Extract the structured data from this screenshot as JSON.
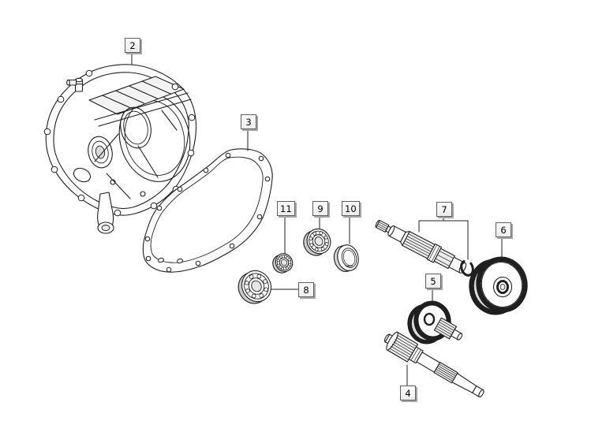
{
  "diagram": {
    "background": "#ffffff",
    "line_color": "#1f1f1f",
    "shade_color": "#d6d6d6",
    "callout_style": {
      "fill_top": "#fefefe",
      "fill_bottom": "#ededed",
      "border": "#5f5f5f",
      "shadow": "#a6a6a6",
      "text_color": "#000000"
    },
    "callouts": {
      "c2": {
        "number": "2"
      },
      "c3": {
        "number": "3"
      },
      "c4": {
        "number": "4"
      },
      "c5": {
        "number": "5"
      },
      "c6": {
        "number": "6"
      },
      "c7": {
        "number": "7"
      },
      "c8": {
        "number": "8"
      },
      "c9": {
        "number": "9"
      },
      "c10": {
        "number": "10"
      },
      "c11": {
        "number": "11"
      }
    }
  }
}
